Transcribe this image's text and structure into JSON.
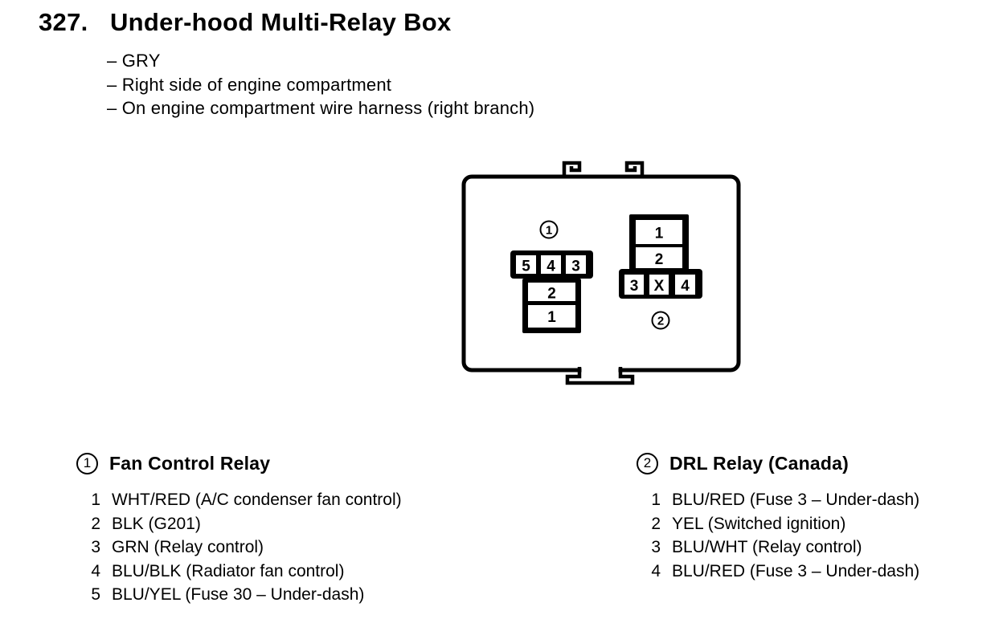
{
  "title": {
    "number": "327.",
    "text": "Under-hood Multi-Relay Box"
  },
  "notes": [
    "– GRY",
    "– Right side of engine compartment",
    "– On engine compartment wire harness (right branch)"
  ],
  "diagram": {
    "connector1": {
      "ref": "1",
      "top_row": [
        "5",
        "4",
        "3"
      ],
      "column": [
        "2",
        "1"
      ]
    },
    "connector2": {
      "ref": "2",
      "column": [
        "1",
        "2"
      ],
      "bottom_row": [
        "3",
        "X",
        "4"
      ]
    }
  },
  "legend": [
    {
      "ref": "1",
      "title": "Fan Control Relay",
      "pins": [
        {
          "num": "1",
          "desc": "WHT/RED (A/C condenser fan control)"
        },
        {
          "num": "2",
          "desc": "BLK (G201)"
        },
        {
          "num": "3",
          "desc": "GRN (Relay control)"
        },
        {
          "num": "4",
          "desc": "BLU/BLK (Radiator fan control)"
        },
        {
          "num": "5",
          "desc": "BLU/YEL (Fuse 30 – Under-dash)"
        }
      ]
    },
    {
      "ref": "2",
      "title": "DRL Relay (Canada)",
      "pins": [
        {
          "num": "1",
          "desc": "BLU/RED (Fuse 3 – Under-dash)"
        },
        {
          "num": "2",
          "desc": "YEL (Switched ignition)"
        },
        {
          "num": "3",
          "desc": "BLU/WHT (Relay control)"
        },
        {
          "num": "4",
          "desc": "BLU/RED (Fuse 3 – Under-dash)"
        }
      ]
    }
  ],
  "colors": {
    "ink": "#000000",
    "background": "#ffffff"
  }
}
